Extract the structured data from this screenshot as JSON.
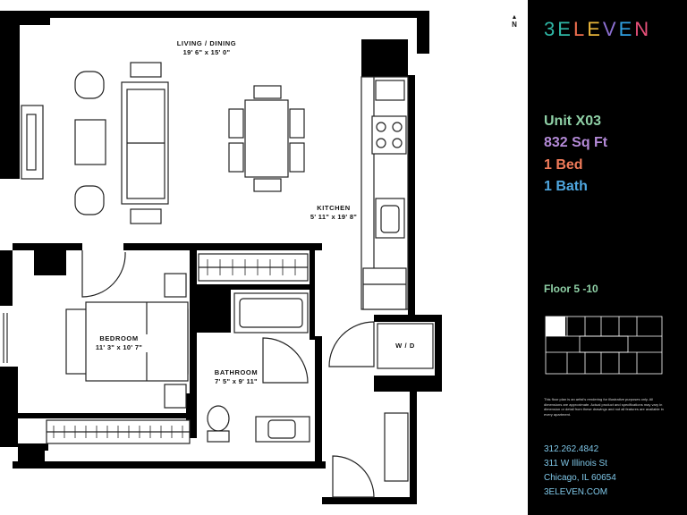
{
  "plan": {
    "rooms": [
      {
        "id": "living",
        "name": "LIVING / DINING",
        "dims": "19' 6\" x 15' 0\""
      },
      {
        "id": "kitchen",
        "name": "KITCHEN",
        "dims": "5' 11\" x 19' 8\""
      },
      {
        "id": "bedroom",
        "name": "BEDROOM",
        "dims": "11' 3\" x 10' 7\""
      },
      {
        "id": "bathroom",
        "name": "BATHROOM",
        "dims": "7' 5\" x 9' 11\""
      }
    ],
    "wd_label": "W / D",
    "north_label": "N"
  },
  "panel": {
    "logo": "3ELEVEN",
    "logo_colors": [
      "#2fb7a6",
      "#2fb7a6",
      "#f06f4f",
      "#e8b53a",
      "#8b6fd1",
      "#2f9fe0",
      "#e8507a"
    ],
    "unit": {
      "text": "Unit X03",
      "color": "#8fd0a6"
    },
    "sqft": {
      "text": "832 Sq Ft",
      "color": "#b48ad8"
    },
    "bed": {
      "text": "1 Bed",
      "color": "#f07b5a"
    },
    "bath": {
      "text": "1 Bath",
      "color": "#4fa7e0"
    },
    "floor": "Floor 5 -10",
    "disclaimer": "This floor plan is an artist's rendering for illustrative purposes only. All dimensions are approximate. Actual product and specifications may vary in dimension or detail from these drawings and not all features are available in every apartment.",
    "phone": "312.262.4842",
    "address1": "311 W Illinois St",
    "address2": "Chicago, IL 60654",
    "website": "3ELEVEN.COM"
  }
}
